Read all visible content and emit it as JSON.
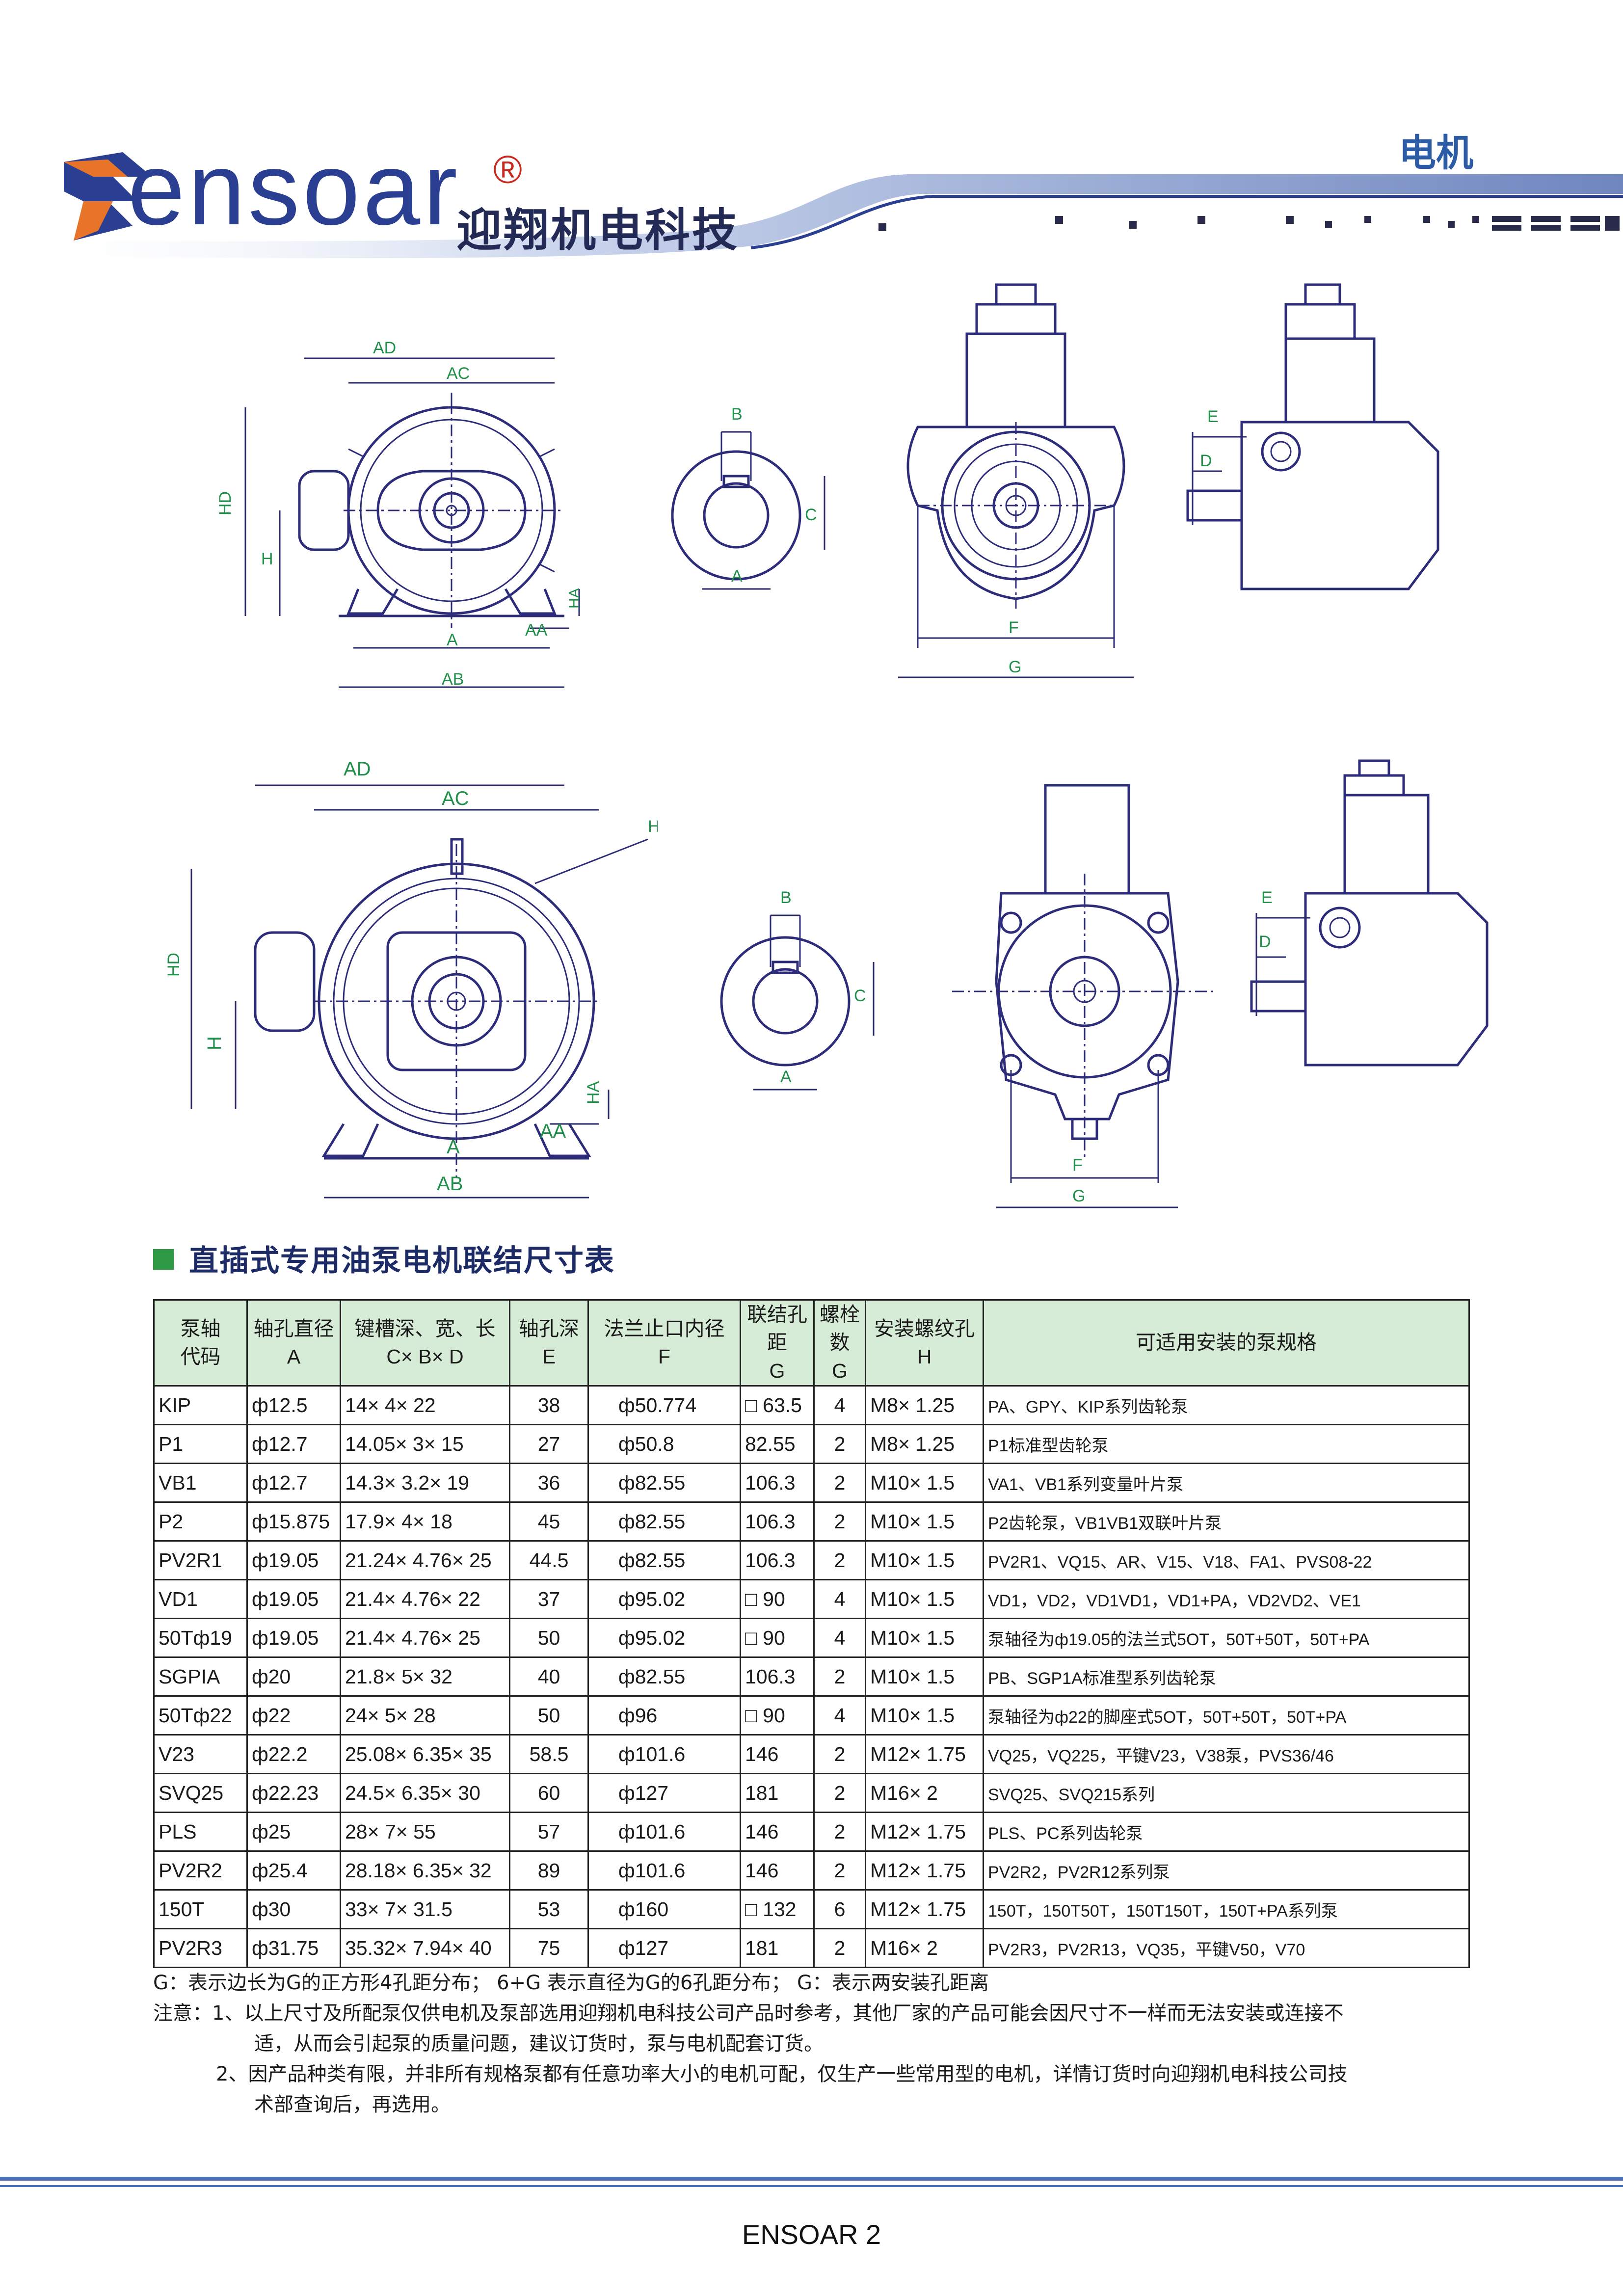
{
  "header": {
    "brand": "ensoar",
    "registered_mark": "®",
    "company_cn": "迎翔机电科技",
    "category": "电机",
    "brand_blue": "#2a3f91",
    "accent_orange": "#e8742a"
  },
  "drawings": {
    "top_motor": {
      "AD": "AD",
      "AC": "AC",
      "HD": "HD",
      "H": "H",
      "HA": "HA",
      "AA": "AA",
      "A": "A",
      "AB": "AB"
    },
    "top_key": {
      "B": "B",
      "C": "C",
      "A": "A"
    },
    "top_pump_front": {
      "F": "F",
      "G": "G"
    },
    "top_pump_side": {
      "E": "E",
      "D": "D"
    },
    "bottom_motor": {
      "AD": "AD",
      "AC": "AC",
      "HD": "HD",
      "H": "H",
      "H_leader": "H",
      "HA": "HA",
      "AA": "AA",
      "A": "A",
      "AB": "AB"
    },
    "bottom_key": {
      "B": "B",
      "C": "C",
      "A": "A"
    },
    "bottom_pump_front": {
      "F": "F",
      "G": "G"
    },
    "bottom_pump_side": {
      "E": "E",
      "D": "D"
    }
  },
  "section_title": "直插式专用油泵电机联结尺寸表",
  "table": {
    "headers": [
      [
        "泵轴",
        "代码"
      ],
      [
        "轴孔直径",
        "A"
      ],
      [
        "键槽深、宽、长",
        "C× B× D"
      ],
      [
        "轴孔深",
        "E"
      ],
      [
        "法兰止口内径",
        "F"
      ],
      [
        "联结孔距",
        "G"
      ],
      [
        "螺栓数",
        "G"
      ],
      [
        "安装螺纹孔",
        "H"
      ],
      [
        "可适用安装的泵规格",
        ""
      ]
    ],
    "rows": [
      [
        "KIP",
        "ф12.5",
        "14× 4× 22",
        "38",
        "ф50.774",
        "□  63.5",
        "4",
        "M8× 1.25",
        "PA、GPY、KIP系列齿轮泵"
      ],
      [
        "P1",
        "ф12.7",
        "14.05× 3× 15",
        "27",
        "ф50.8",
        "82.55",
        "2",
        "M8× 1.25",
        "P1标准型齿轮泵"
      ],
      [
        "VB1",
        "ф12.7",
        "14.3× 3.2× 19",
        "36",
        "ф82.55",
        "106.3",
        "2",
        "M10× 1.5",
        "VA1、VB1系列变量叶片泵"
      ],
      [
        "P2",
        "ф15.875",
        "17.9× 4× 18",
        "45",
        "ф82.55",
        "106.3",
        "2",
        "M10× 1.5",
        "P2齿轮泵，VB1VB1双联叶片泵"
      ],
      [
        "PV2R1",
        "ф19.05",
        "21.24× 4.76× 25",
        "44.5",
        "ф82.55",
        "106.3",
        "2",
        "M10× 1.5",
        "PV2R1、VQ15、AR、V15、V18、FA1、PVS08-22"
      ],
      [
        "VD1",
        "ф19.05",
        "21.4× 4.76× 22",
        "37",
        "ф95.02",
        "□  90",
        "4",
        "M10× 1.5",
        "VD1，VD2，VD1VD1，VD1+PA，VD2VD2、VE1"
      ],
      [
        "50Tф19",
        "ф19.05",
        "21.4× 4.76× 25",
        "50",
        "ф95.02",
        "□  90",
        "4",
        "M10× 1.5",
        "泵轴径为ф19.05的法兰式5OT，50T+50T，50T+PA"
      ],
      [
        "SGPIA",
        "ф20",
        "21.8× 5× 32",
        "40",
        "ф82.55",
        "106.3",
        "2",
        "M10× 1.5",
        "PB、SGP1A标准型系列齿轮泵"
      ],
      [
        "50Tф22",
        "ф22",
        "24× 5× 28",
        "50",
        "ф96",
        "□  90",
        "4",
        "M10× 1.5",
        "泵轴径为ф22的脚座式5OT，50T+50T，50T+PA"
      ],
      [
        "V23",
        "ф22.2",
        "25.08× 6.35× 35",
        "58.5",
        "ф101.6",
        "146",
        "2",
        "M12× 1.75",
        "VQ25，VQ225，平键V23，V38泵，PVS36/46"
      ],
      [
        "SVQ25",
        "ф22.23",
        "24.5× 6.35× 30",
        "60",
        "ф127",
        "181",
        "2",
        "M16× 2",
        "SVQ25、SVQ215系列"
      ],
      [
        "PLS",
        "ф25",
        "28× 7× 55",
        "57",
        "ф101.6",
        "146",
        "2",
        "M12× 1.75",
        "PLS、PC系列齿轮泵"
      ],
      [
        "PV2R2",
        "ф25.4",
        "28.18× 6.35× 32",
        "89",
        "ф101.6",
        "146",
        "2",
        "M12× 1.75",
        "PV2R2，PV2R12系列泵"
      ],
      [
        "150T",
        "ф30",
        "33× 7× 31.5",
        "53",
        "ф160",
        "□  132",
        "6",
        "M12× 1.75",
        "150T，150T50T，150T150T，150T+PA系列泵"
      ],
      [
        "PV2R3",
        "ф31.75",
        "35.32× 7.94× 40",
        "75",
        "ф127",
        "181",
        "2",
        "M16× 2",
        "PV2R3，PV2R13，VQ35，平键V50，V70"
      ]
    ]
  },
  "notes": {
    "legend": "G：表示边长为G的正方形4孔距分布；  6+G   表示直径为G的6孔距分布；  G：表示两安装孔距离",
    "note1_a": "注意：1、以上尺寸及所配泵仅供电机及泵部选用迎翔机电科技公司产品时参考，其他厂家的产品可能会因尺寸不一样而无法安装或连接不",
    "note1_b": "适，从而会引起泵的质量问题，建议订货时，泵与电机配套订货。",
    "note2_a": "2、因产品种类有限，并非所有规格泵都有任意功率大小的电机可配，仅生产一些常用型的电机，详情订货时向迎翔机电科技公司技",
    "note2_b": "术部查询后，再选用。"
  },
  "footer": {
    "page_label": "ENSOAR 2"
  }
}
